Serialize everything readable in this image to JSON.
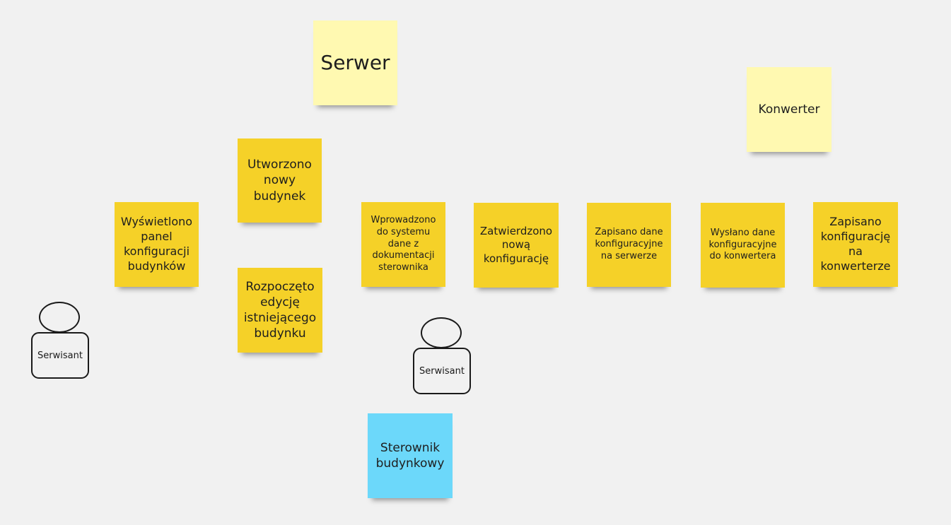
{
  "colors": {
    "background": "#f1f1f1",
    "light_yellow": "#fff9b1",
    "yellow": "#f5d128",
    "blue": "#6cd8fa"
  },
  "stickies": {
    "serwer": "Serwer",
    "konwerter": "Konwerter",
    "utworzono": "Utworzono nowy budynek",
    "wyswietlono": "Wyświetlono panel konfiguracji budynków",
    "rozpoczeto": "Rozpoczęto edycję istniejącego budynku",
    "wprowadzono": "Wprowadzono do systemu dane z dokumentacji sterownika",
    "zatwierdzono": "Zatwierdzono nową konfigurację",
    "zapisano_serwer": "Zapisano dane konfiguracyjne na serwerze",
    "wyslano": "Wysłano dane konfiguracyjne do konwertera",
    "zapisano_konwerter": "Zapisano konfigurację na konwerterze",
    "sterownik": "Sterownik budynkowy"
  },
  "actors": {
    "left": "Serwisant",
    "center": "Serwisant"
  }
}
